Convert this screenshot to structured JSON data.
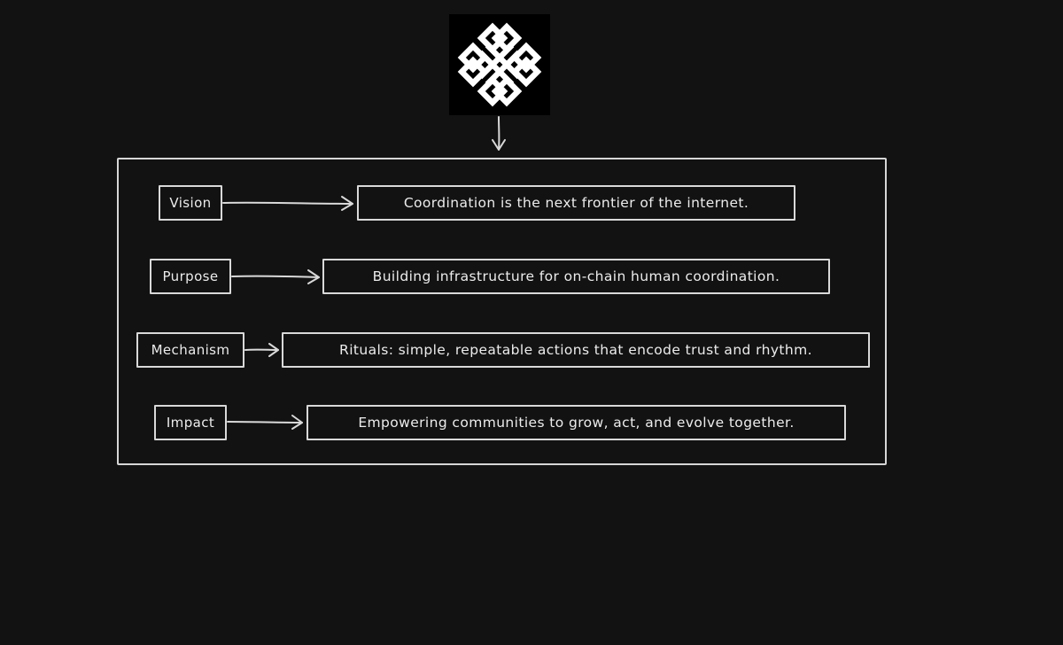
{
  "diagram": {
    "colors": {
      "background": "#121212",
      "stroke": "#d9d9d9",
      "text": "#ececec",
      "logo_background": "#000000",
      "logo_mark": "#ffffff"
    },
    "logo_icon": "endless-knot-icon",
    "rows": [
      {
        "label": "Vision",
        "description": "Coordination is the next frontier of the internet."
      },
      {
        "label": "Purpose",
        "description": "Building infrastructure for on-chain human coordination."
      },
      {
        "label": "Mechanism",
        "description": "Rituals: simple, repeatable actions that encode trust and rhythm."
      },
      {
        "label": "Impact",
        "description": "Empowering communities to grow, act, and evolve together."
      }
    ]
  }
}
